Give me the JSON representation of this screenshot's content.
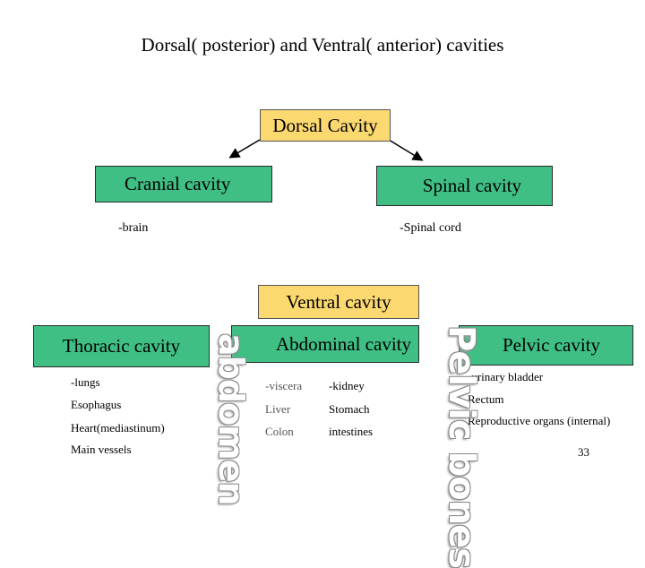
{
  "title": "Dorsal( posterior) and Ventral( anterior) cavities",
  "dorsal": {
    "label": "Dorsal Cavity",
    "cranial": {
      "label": "Cranial cavity",
      "item": "-brain"
    },
    "spinal": {
      "label": "Spinal cavity",
      "item": "-Spinal cord"
    }
  },
  "ventral": {
    "label": "Ventral cavity",
    "thoracic": {
      "label": "Thoracic cavity",
      "items": [
        "-lungs",
        "Esophagus",
        "Heart(mediastinum)",
        "Main vessels"
      ]
    },
    "abdominal": {
      "label": "Abdominal cavity",
      "items_left": [
        "-viscera",
        "Liver",
        "Colon"
      ],
      "items_right": [
        "-kidney",
        "Stomach",
        "intestines"
      ]
    },
    "pelvic": {
      "label": "Pelvic cavity",
      "items": [
        "-urinary bladder",
        "Rectum",
        "Reproductive organs (internal)"
      ]
    }
  },
  "watermarks": {
    "pelvic": "Pelvic bones",
    "abdomen": "abdomen"
  },
  "page_number": "33",
  "colors": {
    "dorsal_box": "#fbd870",
    "green_box": "#3fbf84"
  }
}
